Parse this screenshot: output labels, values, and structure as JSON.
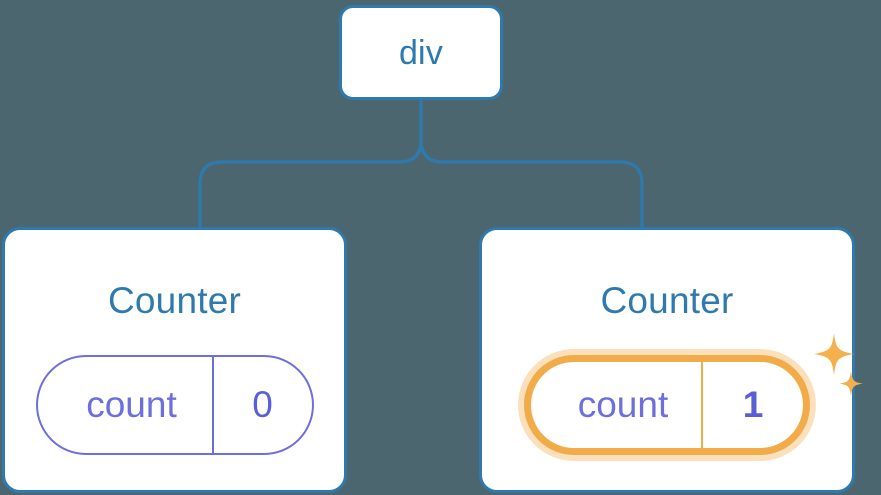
{
  "diagram": {
    "title": "React component tree with state update highlight",
    "background_color": "#4c6670",
    "node_border_color": "#2e7aae",
    "state_color": "#6c6fdd",
    "highlight_color": "#f2ab49",
    "highlight_glow_color": "#f8c683"
  },
  "root": {
    "label": "div"
  },
  "children": [
    {
      "title": "Counter",
      "state": {
        "key": "count",
        "value": "0"
      },
      "highlighted": false,
      "sparkle": false
    },
    {
      "title": "Counter",
      "state": {
        "key": "count",
        "value": "1"
      },
      "highlighted": true,
      "sparkle": true
    }
  ],
  "icons": {
    "sparkle_large": "sparkle-icon",
    "sparkle_small": "sparkle-small-icon"
  }
}
